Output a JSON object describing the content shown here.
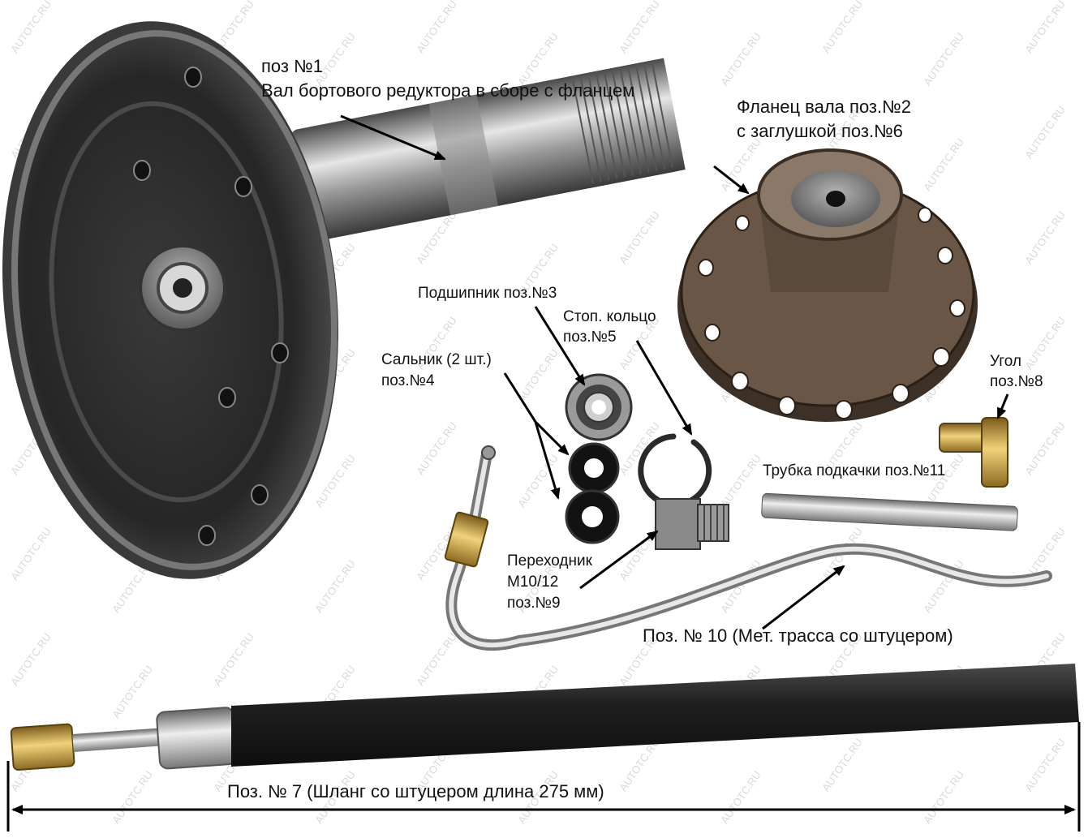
{
  "labels": {
    "pos1_num": "поз №1",
    "pos1_name": "Вал бортового редуктора в сборе с фланцем",
    "pos2_line1": "Фланец вала поз.№2",
    "pos2_line2": "с заглушкой поз.№6",
    "pos3": "Подшипник поз.№3",
    "pos5_line1": "Стоп. кольцо",
    "pos5_line2": "поз.№5",
    "pos4_line1": "Сальник (2 шт.)",
    "pos4_line2": "поз.№4",
    "pos8_line1": "Угол",
    "pos8_line2": "поз.№8",
    "pos11": "Трубка подкачки поз.№11",
    "pos9_line1": "Переходник",
    "pos9_line2": "М10/12",
    "pos9_line3": "поз.№9",
    "pos10": "Поз. № 10 (Мет. трасса со штуцером)",
    "pos7": "Поз. № 7 (Шланг со штуцером  длина 275 мм)"
  },
  "watermark": "AUTOTC.RU",
  "colors": {
    "background": "#ffffff",
    "text": "#111111",
    "arrow": "#000000",
    "metal_dark": "#2b2b2b",
    "metal_mid": "#7a7a7a",
    "metal_light": "#cfcfcf",
    "brass": "#c9a24a",
    "hose": "#1c1c1c"
  }
}
